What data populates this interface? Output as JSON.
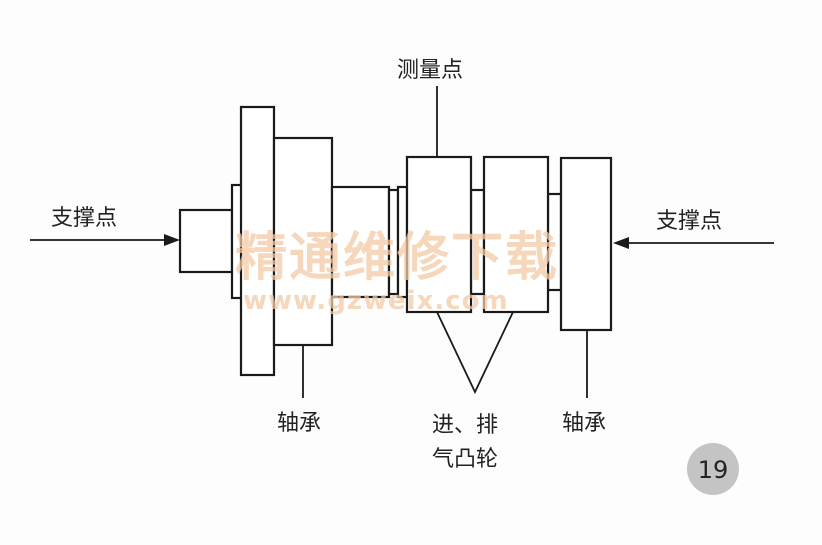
{
  "labels": {
    "measure_point": "测量点",
    "support_left": "支撑点",
    "support_right": "支撑点",
    "bearing_left": "轴承",
    "bearing_right": "轴承",
    "cams_line1": "进、排",
    "cams_line2": "气凸轮"
  },
  "watermark": {
    "text": "精通维修下载",
    "url": "www.gzweix.com"
  },
  "figure_number": "19",
  "colors": {
    "line": "#1a1a1a",
    "watermark": "#f3c9a6",
    "badge": "#c4c4c4"
  }
}
